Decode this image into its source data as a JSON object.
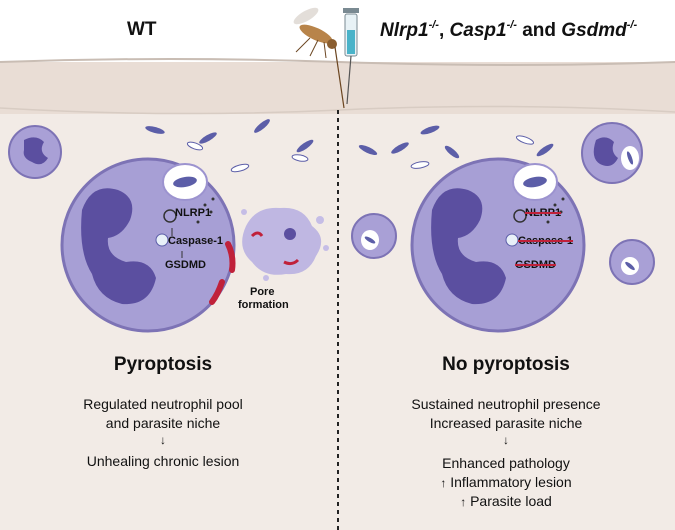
{
  "header": {
    "left_title": "WT",
    "right_gene_1": "Nlrp1",
    "right_gene_2": "Casp1",
    "right_gene_3": "Gsdmd",
    "right_sup": "-/-",
    "right_sep": ",",
    "right_and": "and"
  },
  "left_cell": {
    "nlrp1": "NLRP1",
    "caspase": "Caspase-1",
    "gsdmd": "GSDMD",
    "pore_label_1": "Pore",
    "pore_label_2": "formation"
  },
  "right_cell": {
    "nlrp1": "NLRP1",
    "caspase": "Caspase-1",
    "gsdmd": "GSDMD"
  },
  "left_outcome": {
    "title": "Pyroptosis",
    "line1": "Regulated neutrophil pool",
    "line2": "and parasite niche",
    "arrow": "↓",
    "line3": "Unhealing chronic lesion"
  },
  "right_outcome": {
    "title": "No pyroptosis",
    "line1": "Sustained neutrophil presence",
    "line2": "Increased parasite niche",
    "arrow": "↓",
    "line3": "Enhanced pathology",
    "line4": "Inflammatory lesion",
    "line5": "Parasite load",
    "up_arrow": "↑"
  },
  "colors": {
    "skin": "#f2e9e3",
    "skin_top": "#e8ddd6",
    "cell_body": "#9c93cf",
    "cell_edge": "#7d73b5",
    "nucleus": "#5b4fa0",
    "parasite": "#5c5ea8",
    "pore": "#c0213a"
  }
}
